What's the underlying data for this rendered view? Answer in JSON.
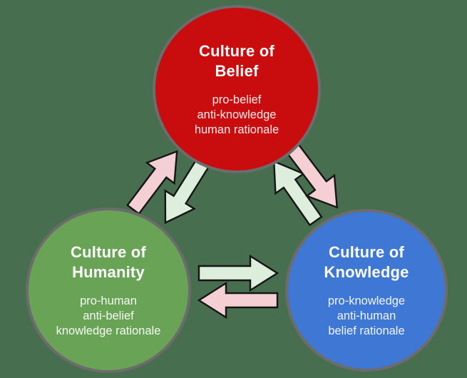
{
  "diagram": {
    "background_color": "#476e4e",
    "node_border_color": "#6c6c6c",
    "nodes": [
      {
        "id": "belief",
        "title_line1": "Culture of",
        "title_line2": "Belief",
        "attributes": [
          "pro-belief",
          "anti-knowledge",
          "human rationale"
        ],
        "fill_color": "#c90c0e"
      },
      {
        "id": "humanity",
        "title_line1": "Culture of",
        "title_line2": "Humanity",
        "attributes": [
          "pro-human",
          "anti-belief",
          "knowledge rationale"
        ],
        "fill_color": "#69a456"
      },
      {
        "id": "knowledge",
        "title_line1": "Culture of",
        "title_line2": "Knowledge",
        "attributes": [
          "pro-knowledge",
          "anti-human",
          "belief rationale"
        ],
        "fill_color": "#3e77d4"
      }
    ],
    "arrow_outline_color": "#151515",
    "arrows": [
      {
        "from": "humanity",
        "to": "belief",
        "color": "#f4cfd4"
      },
      {
        "from": "belief",
        "to": "humanity",
        "color": "#ddeedc"
      },
      {
        "from": "knowledge",
        "to": "belief",
        "color": "#ddeedc"
      },
      {
        "from": "belief",
        "to": "knowledge",
        "color": "#f4cfd4"
      },
      {
        "from": "humanity",
        "to": "knowledge",
        "color": "#ddeedc"
      },
      {
        "from": "knowledge",
        "to": "humanity",
        "color": "#f4cfd4"
      }
    ]
  }
}
